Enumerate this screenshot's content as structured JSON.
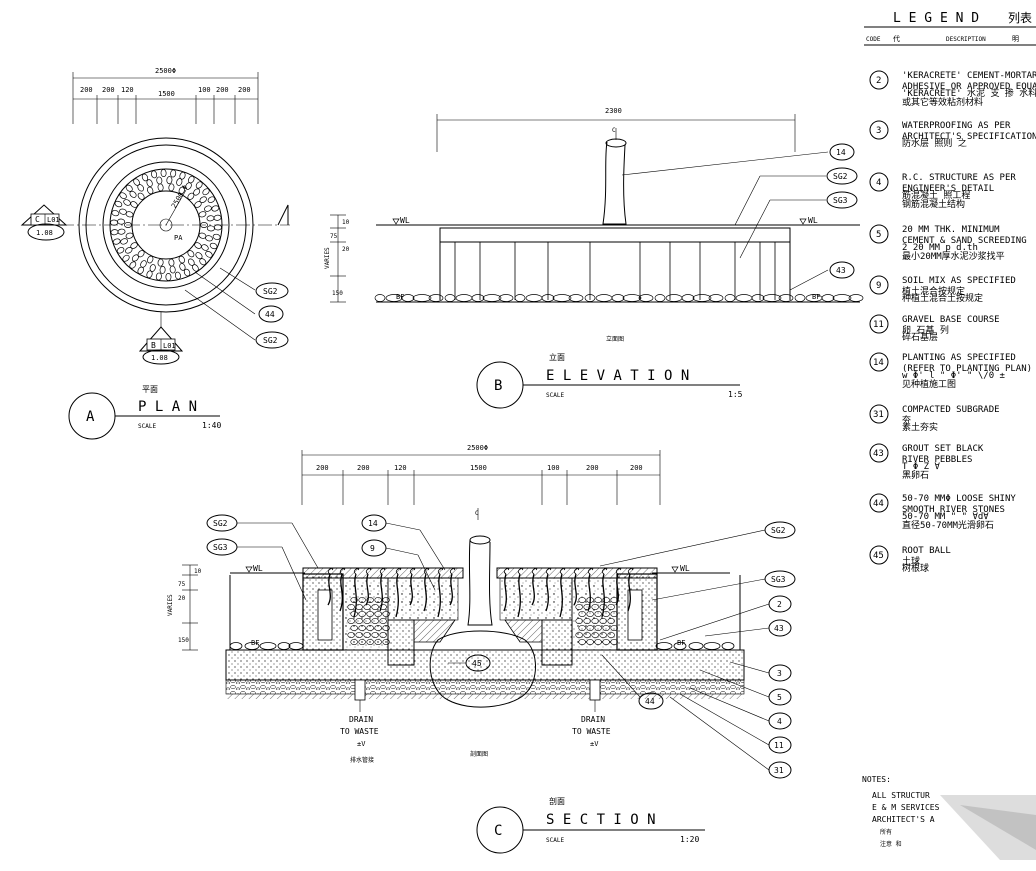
{
  "legend": {
    "title": "L E G E N D",
    "title_cn": "列表",
    "col_code": "CODE",
    "col_code_mark": "代",
    "col_desc": "DESCRIPTION",
    "col_desc_mark": "明",
    "items": [
      {
        "code": "2",
        "lines": [
          "'KERACRETE' CEMENT-MORTAR",
          "ADHESIVE OR APPROVED EQUAL",
          "'KERACRETE'     水泥  支 掺  水料等之粘剂",
          "或其它等效粘剂材料"
        ]
      },
      {
        "code": "3",
        "lines": [
          "WATERPROOFING AS PER",
          "ARCHITECT'S SPECIFICATION",
          "防水层  照则         之"
        ]
      },
      {
        "code": "4",
        "lines": [
          "R.C. STRUCTURE AS PER",
          "ENGINEER'S DETAIL",
          "筋混凝土          照工程",
          "钢筋混凝土结构"
        ]
      },
      {
        "code": "5",
        "lines": [
          "20 MM THK. MINIMUM",
          "CEMENT & SAND SCREEDING",
          "2         20 MM      p d.th",
          "最小20MM厚水泥沙浆找平"
        ]
      },
      {
        "code": "9",
        "lines": [
          "SOIL MIX AS SPECIFIED",
          "植土混合按规定",
          "种植土混合土按规定"
        ]
      },
      {
        "code": "11",
        "lines": [
          "GRAVEL BASE COURSE",
          "卵  石基  列",
          "碎石基层"
        ]
      },
      {
        "code": "14",
        "lines": [
          "PLANTING AS SPECIFIED",
          "(REFER TO PLANTING PLAN)",
          "w Φ'         l \" Φ' \" \\/0 ±",
          "见种植施工图"
        ]
      },
      {
        "code": "31",
        "lines": [
          "COMPACTED SUBGRADE",
          "夯",
          "素土夯实"
        ]
      },
      {
        "code": "43",
        "lines": [
          "GROUT SET BLACK",
          "RIVER PEBBLES",
          "T Φ Z ∀",
          "黑卵石"
        ]
      },
      {
        "code": "44",
        "lines": [
          "50-70 MMΦ LOOSE SHINY",
          "SMOOTH RIVER STONES",
          "50-70 MM   \" \" ∀d∀",
          "直径50-70MM光滑卵石"
        ]
      },
      {
        "code": "45",
        "lines": [
          "ROOT BALL",
          "土球",
          "树根球"
        ]
      }
    ]
  },
  "plan": {
    "dim_total": "2500Φ",
    "dims": [
      "200",
      "200",
      "120",
      "1500",
      "100",
      "200",
      "200"
    ],
    "dim_small": "2500 Φ",
    "label_pa": "PA",
    "callouts": [
      "SG2",
      "44",
      "SG2"
    ],
    "section_c": {
      "letter": "C",
      "ref": "L01",
      "page": "1.08"
    },
    "section_b": {
      "letter": "B",
      "ref": "L01",
      "page": "1.08"
    },
    "title": "P L A N",
    "title_cn": "平面",
    "letter": "A",
    "scale_label": "SCALE",
    "scale": "1:40"
  },
  "elevation": {
    "dim_total": "2300",
    "wl": "WL",
    "wl2": "WL",
    "bf": "BF",
    "dims_v": [
      "10",
      "75",
      "20",
      "VARIES",
      "150"
    ],
    "callouts": [
      "14",
      "SG2",
      "SG3",
      "43"
    ],
    "cl": "C",
    "note_cn": "立面图",
    "title": "E L E V A T I O N",
    "title_cn": "立面",
    "letter": "B",
    "scale_label": "SCALE",
    "scale": "1:5"
  },
  "section": {
    "dim_total": "2500Φ",
    "dims": [
      "200",
      "200",
      "120",
      "1500",
      "100",
      "200",
      "200"
    ],
    "wl": "WL",
    "wl2": "WL",
    "bf": "BF",
    "bf2": "BF",
    "dims_v": [
      "10",
      "75",
      "20",
      "VARIES",
      "150"
    ],
    "callouts_left": [
      "SG2",
      "SG3"
    ],
    "callouts_top": [
      "14",
      "9"
    ],
    "callouts_right": [
      "SG2",
      "SG3",
      "2",
      "43",
      "3",
      "5",
      "4",
      "11",
      "31"
    ],
    "callout_45": "45",
    "callout_44": "44",
    "drain_left": [
      "DRAIN",
      "TO WASTE",
      "±V"
    ],
    "drain_right": [
      "DRAIN",
      "TO WASTE",
      "±V"
    ],
    "drain_cn": "排水管接",
    "note_cn": "剖面图",
    "title": "S E C T I O N",
    "title_cn": "剖面",
    "letter": "C",
    "scale_label": "SCALE",
    "scale": "1:20"
  },
  "notes": {
    "heading": "NOTES:",
    "lines": [
      "ALL STRUCTUR",
      "E & M SERVICES",
      "ARCHITECT'S A"
    ],
    "cn": [
      "所有",
      "注意   和"
    ]
  }
}
